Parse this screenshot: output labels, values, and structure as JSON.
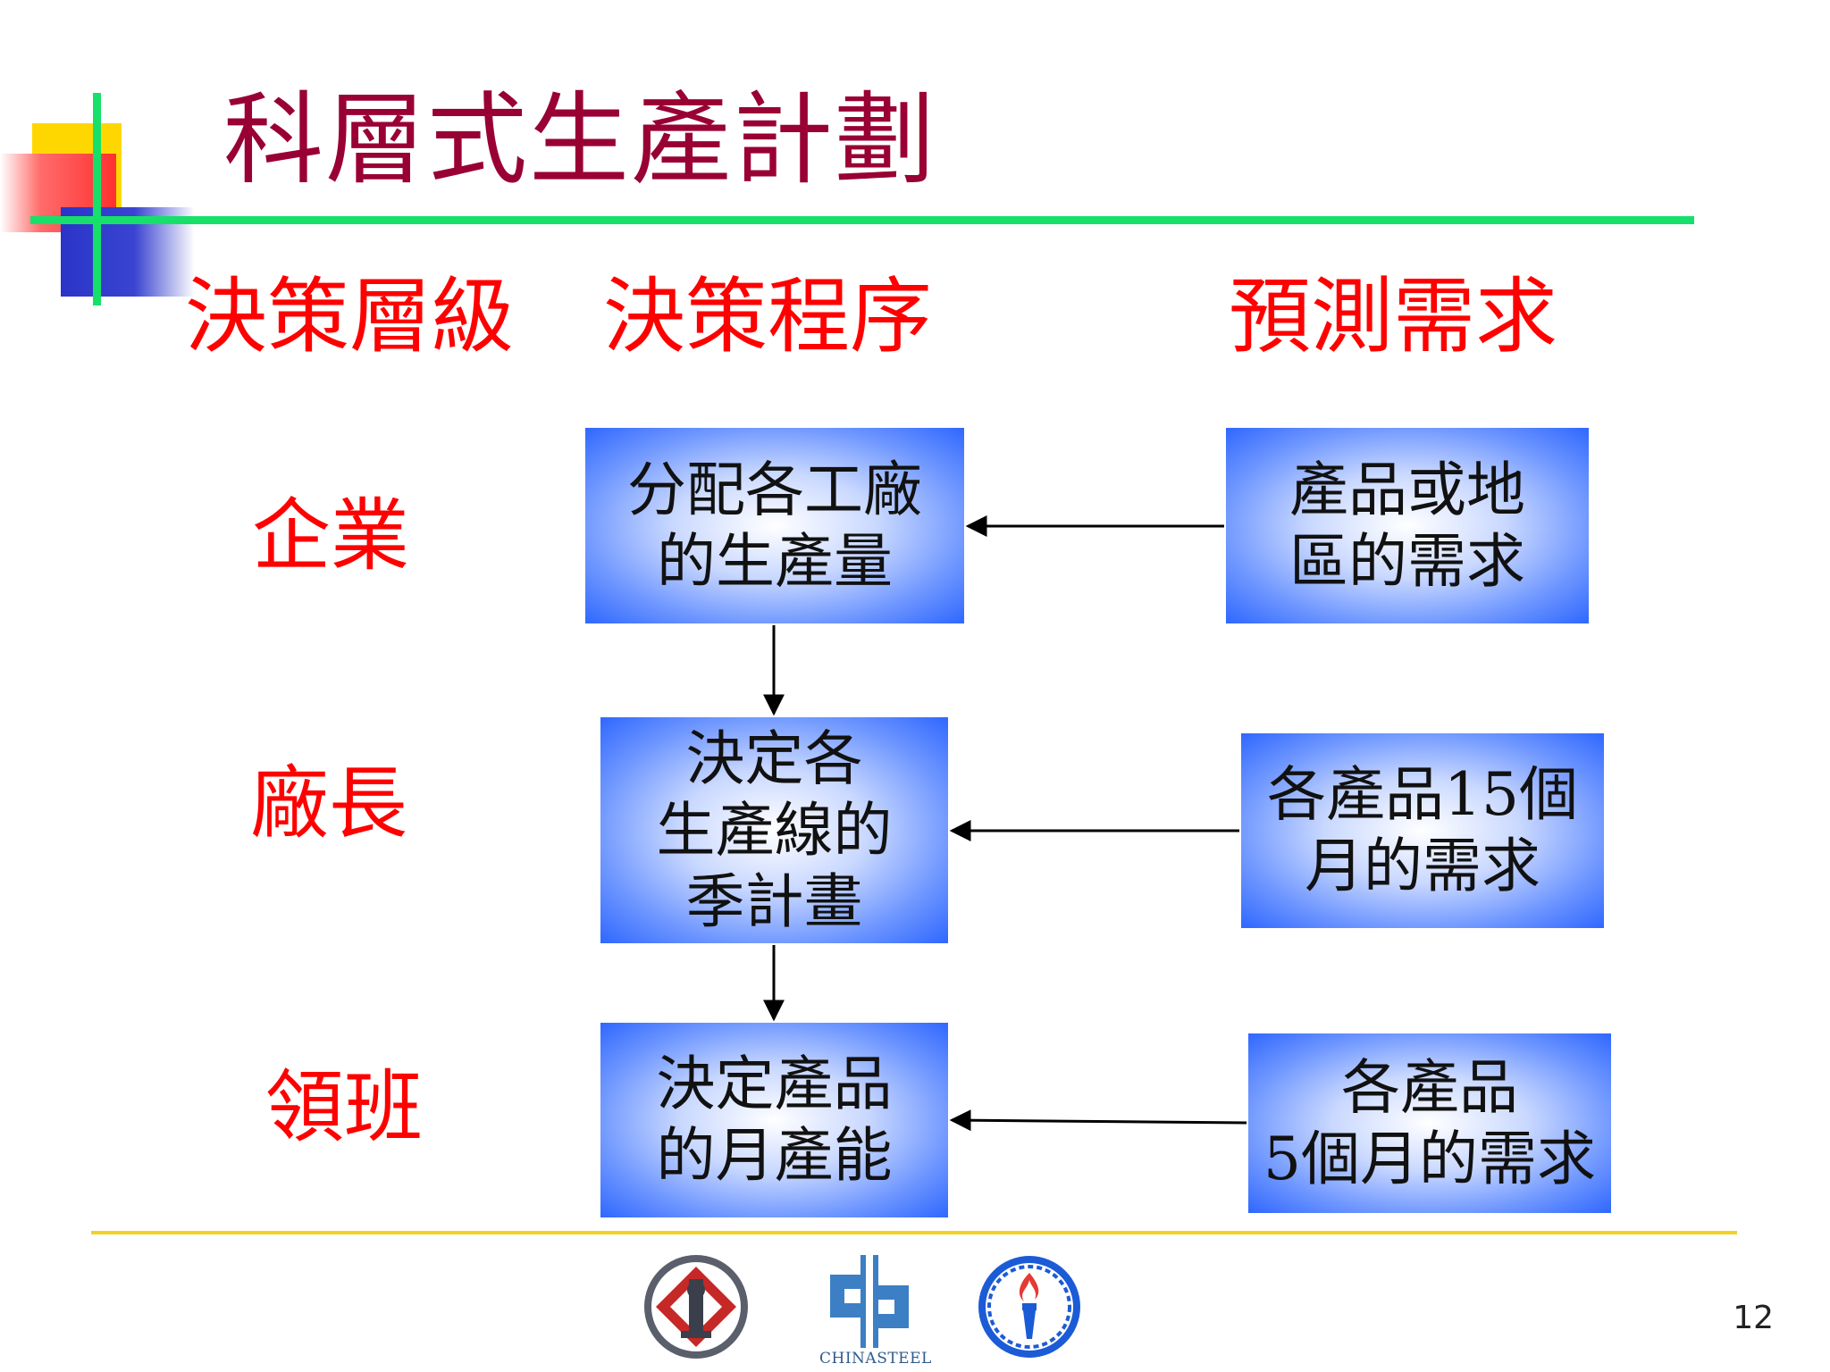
{
  "slide": {
    "title": "科層式生產計劃",
    "page_number": "12"
  },
  "columns": {
    "decision_level": "決策層級",
    "decision_process": "決策程序",
    "forecast_demand": "預測需求"
  },
  "levels": {
    "enterprise": "企業",
    "plant_manager": "廠長",
    "foreman": "領班"
  },
  "process_boxes": {
    "enterprise": "分配各工廠\n的生產量",
    "plant_manager": "決定各\n生產線的\n季計畫",
    "foreman": "決定產品\n的月產能"
  },
  "demand_boxes": {
    "enterprise": "產品或地\n區的需求",
    "plant_manager": "各產品15個\n月的需求",
    "foreman": "各產品\n5個月的需求"
  },
  "logos": {
    "middle_caption": "CHINASTEEL"
  },
  "colors": {
    "title": "#990033",
    "headings": "#ff0000",
    "box_edge": "#2f67ff",
    "accent_line": "#16e06a",
    "footer_line": "#f2d21f"
  }
}
